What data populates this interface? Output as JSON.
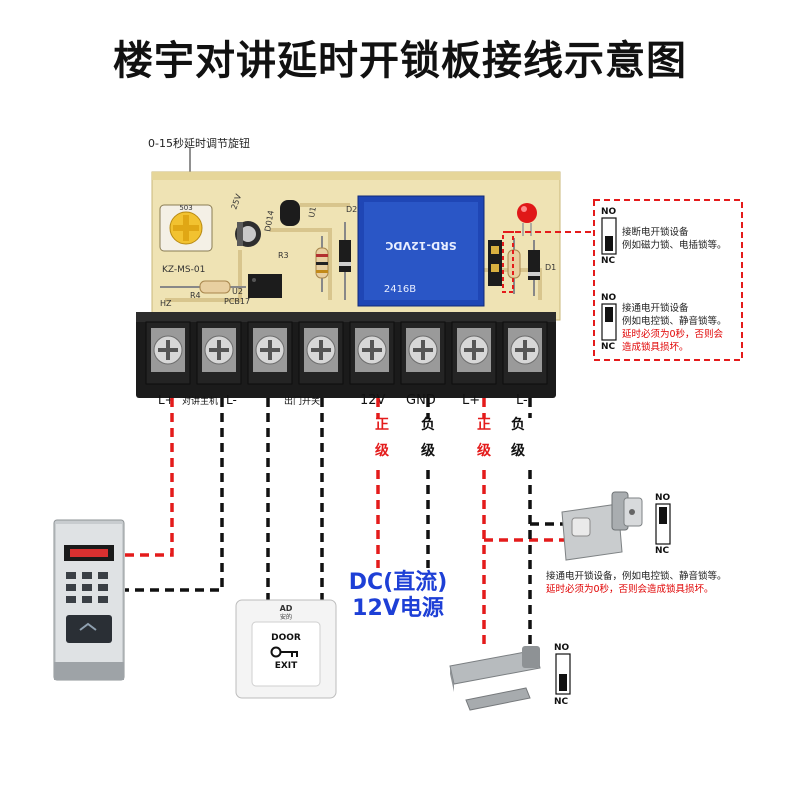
{
  "title": "楼宇对讲延时开锁板接线示意图",
  "knob_label": "0-15秒延时调节旋钮",
  "board": {
    "silk_model": "KZ-MS-01",
    "silk_pcb": "PCB17",
    "silk_hz": "HZ",
    "silk_r4": "R4",
    "silk_u2": "U2",
    "silk_r3": "R3",
    "silk_u1": "U1",
    "silk_d2": "D2",
    "silk_d1": "D1",
    "silk_d014": "D014",
    "silk_503": "503",
    "silk_cap": "25V",
    "relay_model": "SRD-12VDC",
    "relay_code": "2416B",
    "terminal_labels": [
      "L+",
      "对讲主机",
      "L-",
      "出门开关",
      "12V",
      "GND",
      "L+",
      "L-"
    ]
  },
  "polarity": {
    "positive": [
      "正",
      "级"
    ],
    "negative": [
      "负",
      "级"
    ]
  },
  "right_panel": {
    "upper_text": [
      "接断电开锁设备",
      "例如磁力锁、电插锁等。"
    ],
    "lower_text": [
      "接通电开锁设备",
      "例如电控锁、静音锁等。"
    ],
    "lower_warning": [
      "延时必须为0秒，否则会",
      "造成锁具损坏。"
    ]
  },
  "lock_note": {
    "text": "接通电开锁设备，例如电控锁、静音锁等。",
    "warning": "延时必须为0秒，否则会造成锁具损坏。"
  },
  "switch_labels": {
    "no": "NO",
    "nc": "NC"
  },
  "dc_label": [
    "DC(直流)",
    "12V电源"
  ],
  "exit_button": {
    "logo": "AD",
    "brand": "安的",
    "top_text": "DOOR",
    "bottom_text": "EXIT"
  },
  "colors": {
    "wire_red": "#e41b1b",
    "wire_black": "#111111",
    "board_cream": "#efe3b4",
    "terminal_black": "#1b1b1b",
    "dc_blue": "#1d3fd6",
    "relay_blue": "#1f46b5"
  }
}
